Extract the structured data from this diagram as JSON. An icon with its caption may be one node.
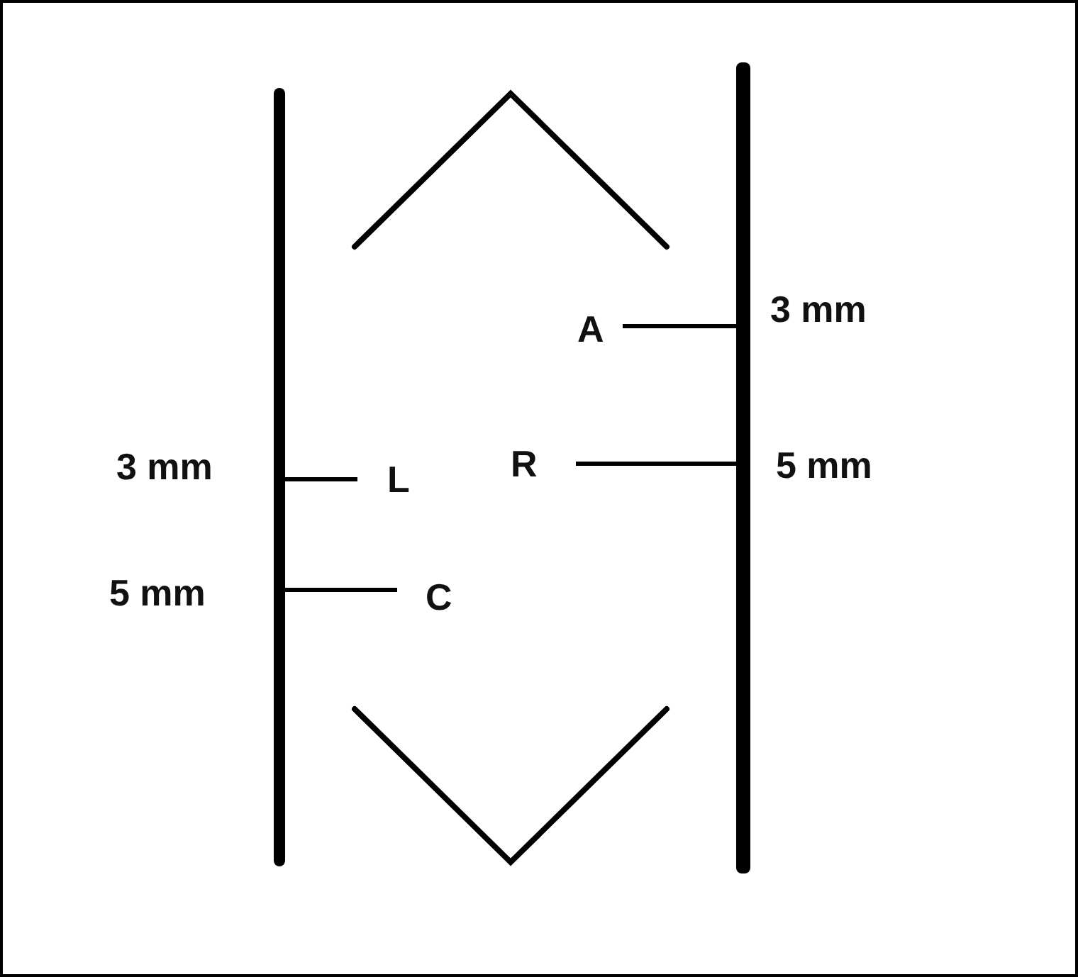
{
  "diagram": {
    "nodes": [
      {
        "text": [],
        "shape": "bar"
      },
      {
        "text": [],
        "shape": "bar"
      },
      {
        "text": [
          "A"
        ]
      },
      {
        "text": [
          "R"
        ]
      },
      {
        "text": [
          "L"
        ]
      },
      {
        "text": [
          "C"
        ]
      }
    ],
    "edges": [
      {
        "from": 2,
        "to": 1,
        "arrow": "none"
      },
      {
        "from": 3,
        "to": 1,
        "arrow": "none"
      },
      {
        "from": 4,
        "to": 0,
        "arrow": "none"
      },
      {
        "from": 5,
        "to": 0,
        "arrow": "none"
      }
    ],
    "labels": [
      "3 mm",
      "3 mm",
      "5 mm",
      "5 mm"
    ]
  }
}
